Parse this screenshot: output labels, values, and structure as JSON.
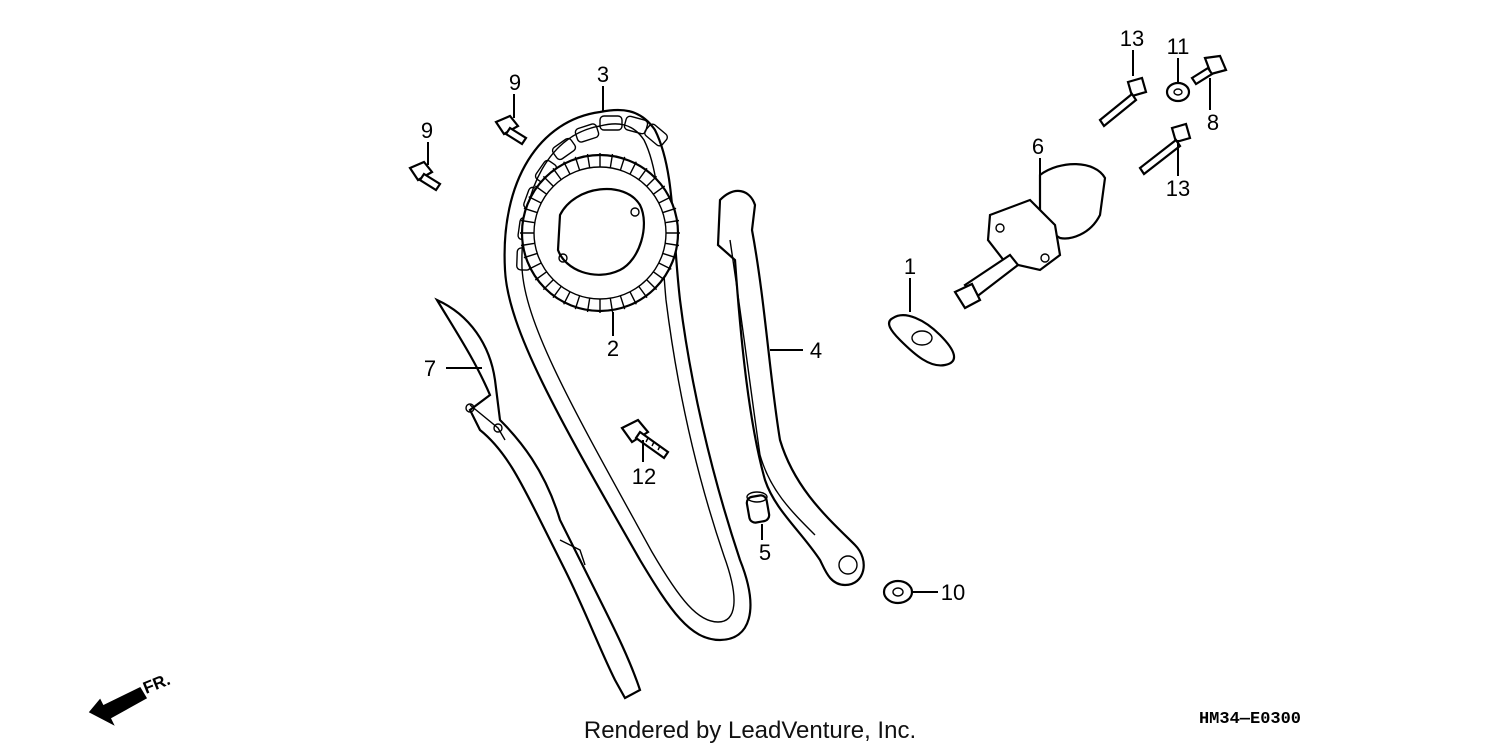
{
  "callouts": [
    {
      "id": "c1",
      "text": "1"
    },
    {
      "id": "c2",
      "text": "2"
    },
    {
      "id": "c3",
      "text": "3"
    },
    {
      "id": "c4",
      "text": "4"
    },
    {
      "id": "c5",
      "text": "5"
    },
    {
      "id": "c6",
      "text": "6"
    },
    {
      "id": "c7",
      "text": "7"
    },
    {
      "id": "c8",
      "text": "8"
    },
    {
      "id": "c9a",
      "text": "9"
    },
    {
      "id": "c9b",
      "text": "9"
    },
    {
      "id": "c10",
      "text": "10"
    },
    {
      "id": "c11",
      "text": "11"
    },
    {
      "id": "c12",
      "text": "12"
    },
    {
      "id": "c13a",
      "text": "13"
    },
    {
      "id": "c13b",
      "text": "13"
    }
  ],
  "direction_marker": "FR.",
  "credit": "Rendered by LeadVenture, Inc.",
  "diagram_code": "HM34—E0300",
  "icons": [
    "front-direction-arrow-icon"
  ]
}
